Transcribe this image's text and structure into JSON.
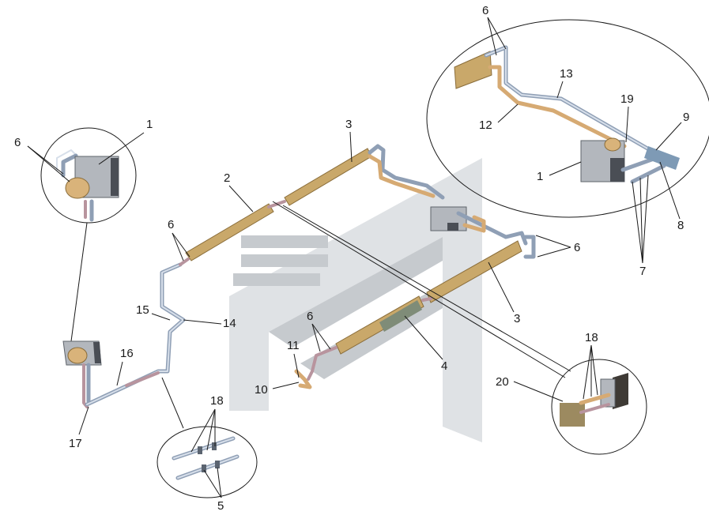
{
  "labels": {
    "l1_left": "1",
    "l1_right": "1",
    "l2": "2",
    "l3_top": "3",
    "l3_mid": "3",
    "l4": "4",
    "l5": "5",
    "l6_left": "6",
    "l6_mid": "6",
    "l6_lower": "6",
    "l6_right": "6",
    "l6_top": "6",
    "l7": "7",
    "l8": "8",
    "l9": "9",
    "l10": "10",
    "l11": "11",
    "l12": "12",
    "l13": "13",
    "l14": "14",
    "l15": "15",
    "l16": "16",
    "l17": "17",
    "l18_lower": "18",
    "l18_right": "18",
    "l19": "19",
    "l20": "20"
  },
  "colors": {
    "pipe_blue": "#8f9fb5",
    "pipe_orange": "#d6aa73",
    "pipe_pink": "#b8949e",
    "radiator": "#c9a86a",
    "heater_box": "#b3b7bd",
    "watermark": "#c6cace"
  }
}
